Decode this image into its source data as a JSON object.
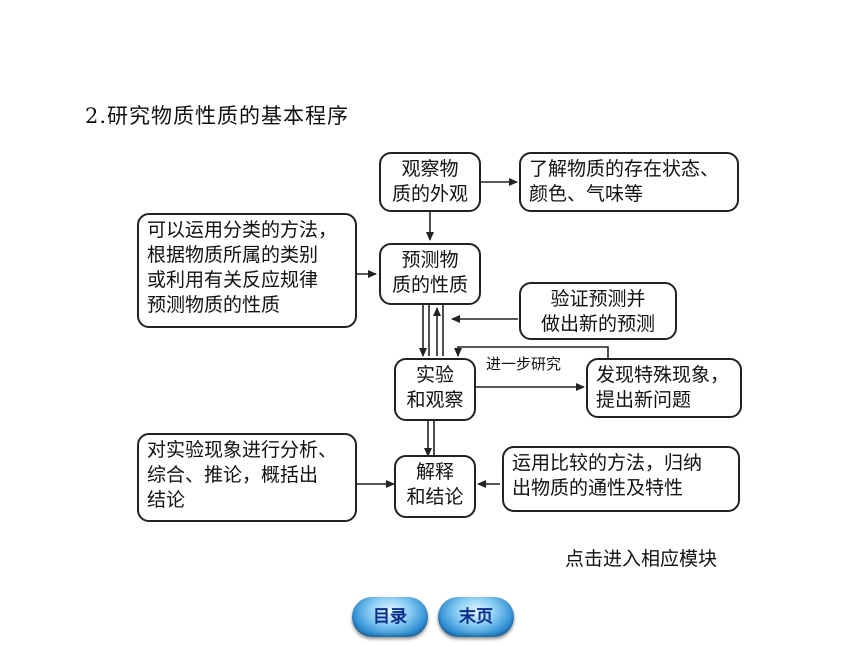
{
  "title": "2.研究物质性质的基本程序",
  "boxes": {
    "observe": "观察物质的外观",
    "observe_l1": "观察物",
    "observe_l2": "质的外观",
    "understand_l1": "了解物质的存在状态、",
    "understand_l2": "颜色、气味等",
    "classify_l1": "可以运用分类的方法，",
    "classify_l2": "根据物质所属的类别",
    "classify_l3": "或利用有关反应规律",
    "classify_l4": "预测物质的性质",
    "predict_l1": "预测物",
    "predict_l2": "质的性质",
    "verify_l1": "验证预测并",
    "verify_l2": "做出新的预测",
    "experiment_l1": "实验",
    "experiment_l2": "和观察",
    "discover_l1": "发现特殊现象，",
    "discover_l2": "提出新问题",
    "analyze_l1": "对实验现象进行分析、",
    "analyze_l2": "综合、推论，概括出",
    "analyze_l3": "结论",
    "explain_l1": "解释",
    "explain_l2": "和结论",
    "compare_l1": "运用比较的方法，归纳",
    "compare_l2": "出物质的通性及特性"
  },
  "labels": {
    "further_research": "进一步研究"
  },
  "footer": {
    "enter_module": "点击进入相应模块"
  },
  "nav": {
    "toc": "目录",
    "last_page": "末页"
  }
}
